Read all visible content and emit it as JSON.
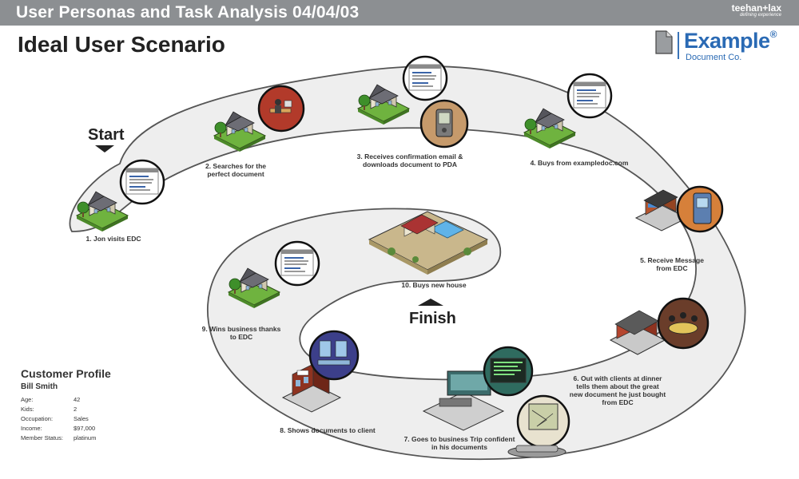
{
  "header": {
    "title": "User Personas and Task Analysis 04/04/03",
    "brand": "teehan+lax",
    "brand_tagline": "defining experience"
  },
  "page_title": "Ideal User Scenario",
  "logo": {
    "name": "Example",
    "trademark": "®",
    "subtitle": "Document Co."
  },
  "markers": {
    "start": "Start",
    "finish": "Finish"
  },
  "steps": [
    {
      "label": "1. Jon visits EDC"
    },
    {
      "label": "2. Searches for the perfect document"
    },
    {
      "label": "3. Receives confirmation email & downloads document to PDA"
    },
    {
      "label": "4. Buys from exampledoc.com"
    },
    {
      "label": "5. Receive Message from EDC"
    },
    {
      "label": "6. Out with clients at dinner tells them about the great new document he just bought from EDC"
    },
    {
      "label": "7. Goes to business Trip confident in his documents"
    },
    {
      "label": "8. Shows documents to client"
    },
    {
      "label": "9. Wins business thanks to EDC"
    },
    {
      "label": "10. Buys new house"
    }
  ],
  "profile": {
    "heading": "Customer Profile",
    "name": "Bill Smith",
    "fields": [
      {
        "key": "Age:",
        "value": "42"
      },
      {
        "key": "Kids:",
        "value": "2"
      },
      {
        "key": "Occupation:",
        "value": "Sales"
      },
      {
        "key": "Income:",
        "value": "$97,000"
      },
      {
        "key": "Member Status:",
        "value": "platinum"
      }
    ]
  },
  "colors": {
    "topbar": "#8c8f92",
    "path": "#eeeeee",
    "path_edge": "#555555",
    "brand_blue": "#2a6ab4",
    "grass": "#6fb33f"
  }
}
